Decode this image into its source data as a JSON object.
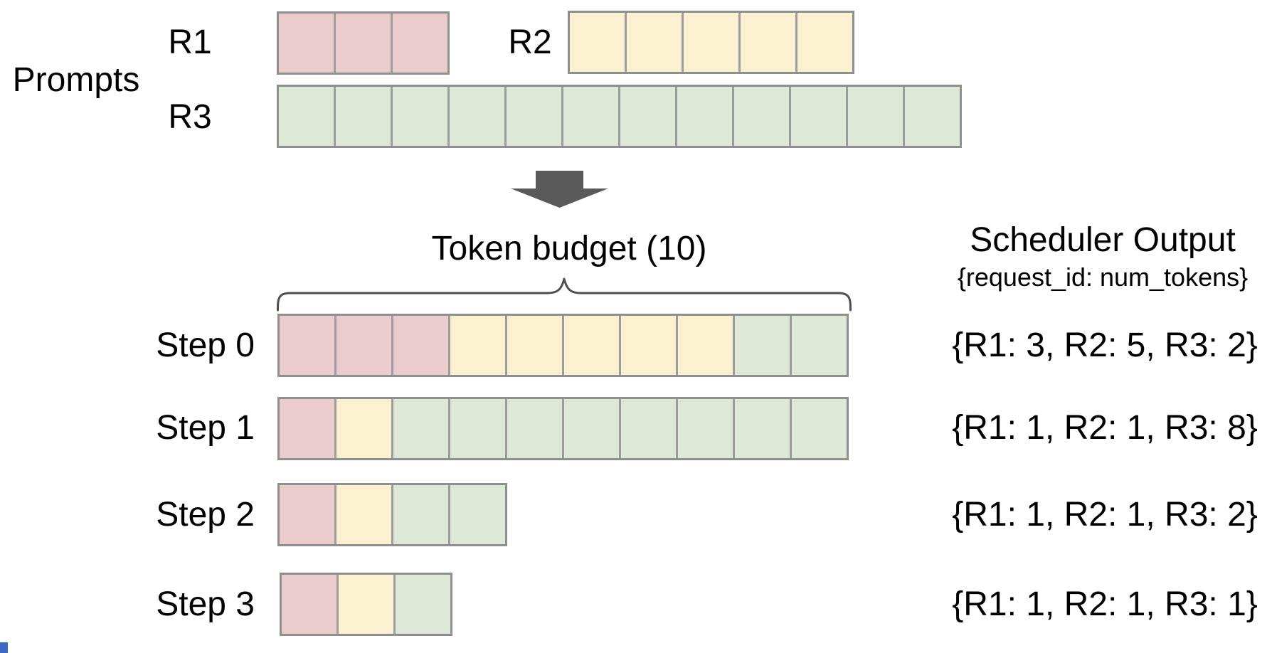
{
  "colors": {
    "R1": "#ebcccc",
    "R2": "#fbf0cf",
    "R3": "#dde8d6",
    "cell_border": "#9c9c9c",
    "row_border": "#8f8f8f",
    "arrow": "#595959",
    "brace": "#4f4f4f",
    "text": "#000000",
    "corner_artifact": "#3c67c5"
  },
  "prompts": {
    "label": "Prompts",
    "rows": [
      {
        "label": "R1",
        "segments": [
          {
            "request": "R1",
            "tokens": 3
          }
        ]
      },
      {
        "label": "R2",
        "segments": [
          {
            "request": "R2",
            "tokens": 5
          }
        ]
      },
      {
        "label": "R3",
        "segments": [
          {
            "request": "R3",
            "tokens": 12
          }
        ]
      }
    ]
  },
  "token_budget": {
    "label": "Token budget (10)",
    "value": 10
  },
  "scheduler_output": {
    "title": "Scheduler Output",
    "subtitle": "{request_id: num_tokens}"
  },
  "steps": [
    {
      "label": "Step 0",
      "segments": [
        {
          "request": "R1",
          "tokens": 3
        },
        {
          "request": "R2",
          "tokens": 5
        },
        {
          "request": "R3",
          "tokens": 2
        }
      ],
      "output": "{R1: 3, R2: 5, R3: 2}"
    },
    {
      "label": "Step 1",
      "segments": [
        {
          "request": "R1",
          "tokens": 1
        },
        {
          "request": "R2",
          "tokens": 1
        },
        {
          "request": "R3",
          "tokens": 8
        }
      ],
      "output": "{R1: 1, R2: 1, R3: 8}"
    },
    {
      "label": "Step 2",
      "segments": [
        {
          "request": "R1",
          "tokens": 1
        },
        {
          "request": "R2",
          "tokens": 1
        },
        {
          "request": "R3",
          "tokens": 2
        }
      ],
      "output": "{R1: 1, R2: 1, R3: 2}"
    },
    {
      "label": "Step 3",
      "segments": [
        {
          "request": "R1",
          "tokens": 1
        },
        {
          "request": "R2",
          "tokens": 1
        },
        {
          "request": "R3",
          "tokens": 1
        }
      ],
      "output": "{R1: 1, R2: 1, R3: 1}"
    }
  ]
}
